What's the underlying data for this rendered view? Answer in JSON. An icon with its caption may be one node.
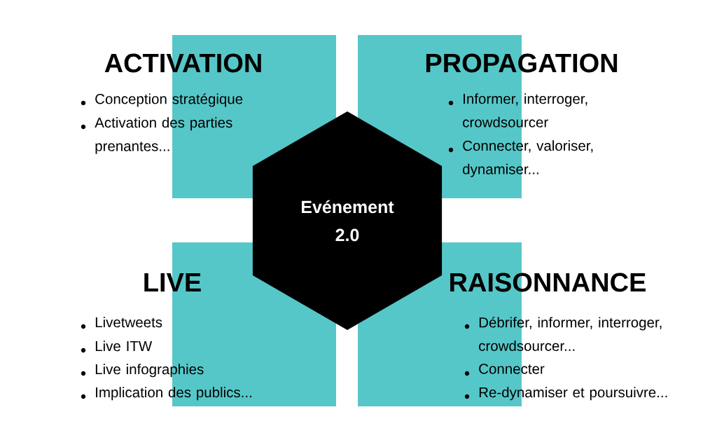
{
  "diagram": {
    "nodes": [
      {
        "text": [
          "ACTIVATION",
          "Conception stratégique",
          "Activation des parties prenantes..."
        ]
      },
      {
        "text": [
          "PROPAGATION",
          "Informer, interroger, crowdsourcer",
          "Connecter, valoriser, dynamiser..."
        ]
      },
      {
        "text": [
          "LIVE",
          "Livetweets",
          "Live ITW",
          "Live infographies",
          "Implication des publics..."
        ]
      },
      {
        "text": [
          "RAISONNANCE",
          "Débrifer, informer, interroger, crowdsourcer...",
          "Connecter",
          "Re-dynamiser et poursuivre..."
        ]
      },
      {
        "text": [
          "Evénement 2.0"
        ]
      }
    ],
    "edges": []
  }
}
